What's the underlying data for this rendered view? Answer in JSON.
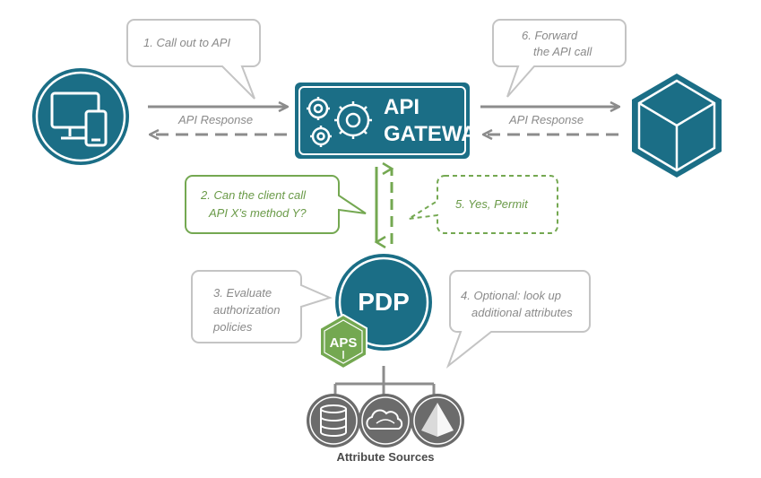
{
  "colors": {
    "teal": "#1b6e86",
    "teal_border": "#ffffff",
    "gray_line": "#8c8c8c",
    "dashed_gray": "#8c8c8c",
    "green": "#74a851",
    "callout_border": "#c4c4c4",
    "attr_gray": "#6b6b6b"
  },
  "callouts": {
    "c1": [
      "1. Call out to API"
    ],
    "c2": [
      "2. Can the client call",
      "API X’s method Y?"
    ],
    "c3": [
      "3. Evaluate",
      "authorization",
      "policies"
    ],
    "c4": [
      "4. Optional: look up",
      "additional attributes"
    ],
    "c5": [
      "5. Yes, Permit"
    ],
    "c6": [
      "6. Forward",
      "the API call"
    ]
  },
  "responses": {
    "left": "API Response",
    "right": "API Response"
  },
  "gateway": {
    "line1": "API",
    "line2": "GATEWAY",
    "icon": "gears-icon"
  },
  "pdp": {
    "label": "PDP"
  },
  "aps": {
    "label": "APS",
    "icon": "hexagon-badge-icon"
  },
  "client": {
    "icon": "devices-icon"
  },
  "backend": {
    "icon": "cube-icon"
  },
  "attributes": {
    "label": "Attribute Sources",
    "icons": [
      "database-icon",
      "cloud-icon",
      "pyramid-icon"
    ]
  }
}
